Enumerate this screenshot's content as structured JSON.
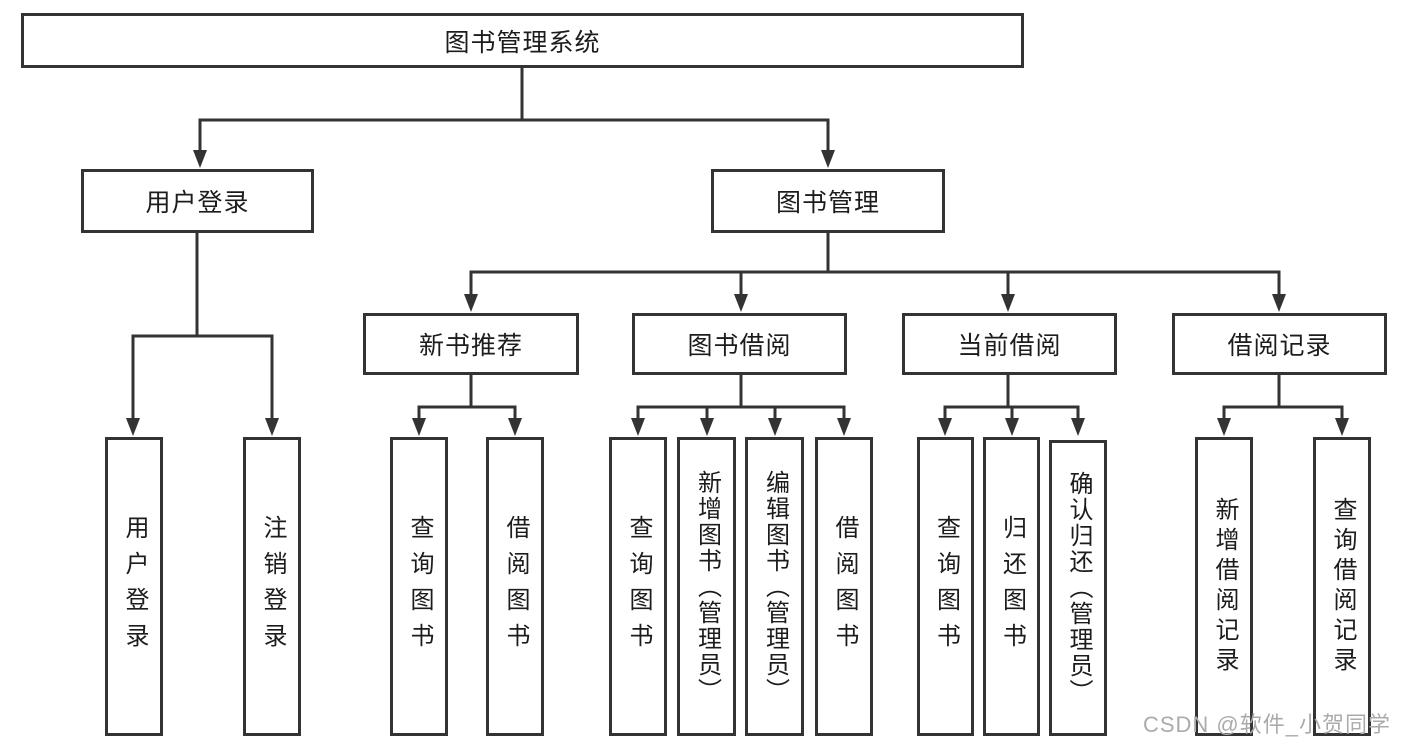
{
  "diagram_title": "图书管理系统",
  "watermark": "CSDN @软件_小贺同学",
  "colors": {
    "line": "#333333",
    "box_border": "#333333",
    "box_background": "#ffffff",
    "text": "#1c1c1c",
    "watermark_text": "#ababab"
  },
  "nodes": {
    "root": {
      "label": "图书管理系统"
    },
    "user_login": {
      "label": "用户登录"
    },
    "book_mgmt": {
      "label": "图书管理"
    },
    "new_book_rec": {
      "label": "新书推荐"
    },
    "book_borrow": {
      "label": "图书借阅"
    },
    "current_borrow": {
      "label": "当前借阅"
    },
    "borrow_records": {
      "label": "借阅记录"
    },
    "leaf_user_login": {
      "label": "用户登录"
    },
    "leaf_logout": {
      "label": "注销登录"
    },
    "leaf_query_book_rec": {
      "label": "查询图书"
    },
    "leaf_borrow_book_rec": {
      "label": "借阅图书"
    },
    "leaf_query_book_borrow": {
      "label": "查询图书"
    },
    "leaf_add_book_admin": {
      "label": "新增图书（管理员）"
    },
    "leaf_edit_book_admin": {
      "label": "编辑图书（管理员）"
    },
    "leaf_borrow_book_borrow": {
      "label": "借阅图书"
    },
    "leaf_query_book_current": {
      "label": "查询图书"
    },
    "leaf_return_book": {
      "label": "归还图书"
    },
    "leaf_confirm_return_admin": {
      "label": "确认归还（管理员）"
    },
    "leaf_add_borrow_record": {
      "label": "新增借阅记录"
    },
    "leaf_query_borrow_record": {
      "label": "查询借阅记录"
    }
  },
  "edges": [
    {
      "parent": "图书管理系统",
      "children": [
        "用户登录",
        "图书管理"
      ]
    },
    {
      "parent": "用户登录",
      "children": [
        "用户登录",
        "注销登录"
      ]
    },
    {
      "parent": "图书管理",
      "children": [
        "新书推荐",
        "图书借阅",
        "当前借阅",
        "借阅记录"
      ]
    },
    {
      "parent": "新书推荐",
      "children": [
        "查询图书",
        "借阅图书"
      ]
    },
    {
      "parent": "图书借阅",
      "children": [
        "查询图书",
        "新增图书（管理员）",
        "编辑图书（管理员）",
        "借阅图书"
      ]
    },
    {
      "parent": "当前借阅",
      "children": [
        "查询图书",
        "归还图书",
        "确认归还（管理员）"
      ]
    },
    {
      "parent": "借阅记录",
      "children": [
        "新增借阅记录",
        "查询借阅记录"
      ]
    }
  ]
}
